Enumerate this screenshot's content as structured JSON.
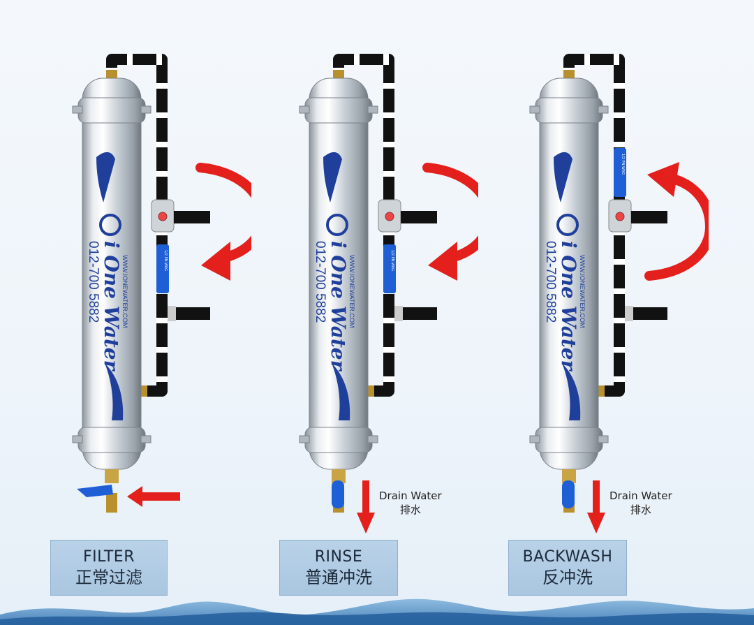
{
  "panels": [
    {
      "mode_en": "FILTER",
      "mode_zh": "正常过滤",
      "drain_en": "",
      "drain_zh": "",
      "flow": "clockwise",
      "valve_open": "lower"
    },
    {
      "mode_en": "RINSE",
      "mode_zh": "普通冲洗",
      "drain_en": "Drain Water",
      "drain_zh": "排水",
      "flow": "clockwise",
      "valve_open": "lower"
    },
    {
      "mode_en": "BACKWASH",
      "mode_zh": "反冲洗",
      "drain_en": "Drain Water",
      "drain_zh": "排水",
      "flow": "counterclockwise",
      "valve_open": "upper"
    }
  ],
  "brand": {
    "name": "i One Water",
    "phone": "012-700 5882",
    "website": "WWW.IONEWATER.COM",
    "valve_label": "1/2 PN.W0G"
  },
  "colors": {
    "arrow_red": "#e3201b",
    "valve_blue": "#1f5fd6",
    "brand_blue": "#1f3f9a",
    "label_box": "#afc9e2"
  }
}
